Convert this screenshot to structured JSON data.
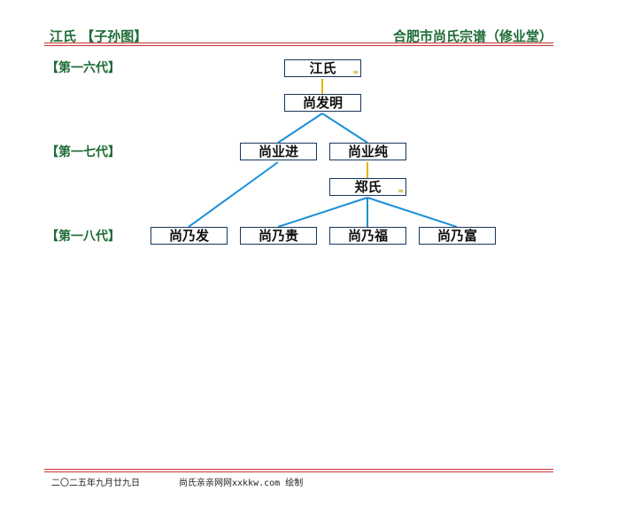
{
  "header": {
    "left_title": "江氏 【子孙图】",
    "right_title": "合肥市尚氏宗谱（修业堂）"
  },
  "generations": [
    "【第一六代】",
    "【第一七代】",
    "【第一八代】"
  ],
  "nodes": {
    "jiang": {
      "name": "江氏",
      "mark": "≡"
    },
    "shang_faming": {
      "name": "尚发明"
    },
    "shang_yejin": {
      "name": "尚业进"
    },
    "shang_yechun": {
      "name": "尚业纯"
    },
    "zheng": {
      "name": "郑氏",
      "mark": "≡"
    },
    "shang_naifa": {
      "name": "尚乃发"
    },
    "shang_naigui": {
      "name": "尚乃贵"
    },
    "shang_naifu": {
      "name": "尚乃福"
    },
    "shang_naifu2": {
      "name": "尚乃富"
    }
  },
  "colors": {
    "spouse_link": "#e0b400",
    "child_link": "#1a90d8",
    "header_green": "#1d6b35",
    "rule_red": "#c83232"
  },
  "footer": {
    "date": "二〇二五年九月廿九日",
    "site": "尚氏亲亲网网xxkkw.com 绘制"
  }
}
